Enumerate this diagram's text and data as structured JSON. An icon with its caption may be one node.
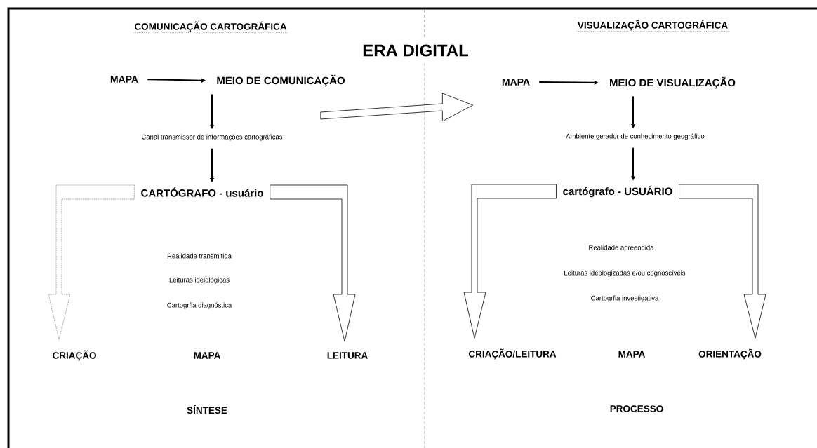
{
  "diagram": {
    "title": "ERA DIGITAL",
    "nodes": [
      {
        "text": [
          "MAPA"
        ]
      },
      {
        "text": [
          "MEIO DE COMUNICAÇÃO"
        ]
      },
      {
        "text": [
          "Canal transmissor de informações cartográficas"
        ]
      },
      {
        "text": [
          "CARTÓGRAFO - usuário"
        ]
      },
      {
        "text": [
          "CRIAÇÃO"
        ]
      },
      {
        "text": [
          "LEITURA"
        ]
      },
      {
        "text": [
          "MAPA"
        ]
      },
      {
        "text": [
          "MEIO DE VISUALIZAÇÃO"
        ]
      },
      {
        "text": [
          "Ambiente gerador de conhecimento geográfico"
        ]
      },
      {
        "text": [
          "cartógrafo - USUÁRIO"
        ]
      },
      {
        "text": [
          "CRIAÇÃO/LEITURA"
        ]
      },
      {
        "text": [
          "ORIENTAÇÃO"
        ]
      }
    ],
    "edges": [
      {
        "from": 0,
        "to": 1,
        "arrow": "to"
      },
      {
        "from": 1,
        "to": 2,
        "arrow": "to"
      },
      {
        "from": 2,
        "to": 3,
        "arrow": "to"
      },
      {
        "from": 1,
        "to": 6,
        "arrow": "to",
        "style": "thick"
      },
      {
        "from": 3,
        "to": 4,
        "arrow": "to",
        "style": "dashed"
      },
      {
        "from": 3,
        "to": 5,
        "arrow": "to",
        "style": "thick"
      },
      {
        "from": 6,
        "to": 7,
        "arrow": "to"
      },
      {
        "from": 7,
        "to": 8,
        "arrow": "to"
      },
      {
        "from": 8,
        "to": 9,
        "arrow": "to"
      },
      {
        "from": 9,
        "to": 10,
        "arrow": "to",
        "style": "thick"
      },
      {
        "from": 9,
        "to": 11,
        "arrow": "to",
        "style": "thick"
      }
    ],
    "labels": [
      "COMUNICAÇÃO CARTOGRÁFICA",
      "VISUALIZAÇÃO CARTOGRÁFICA",
      "Realidade transmitida",
      "Leituras ideiológicas",
      "Cartogrfia diagnóstica",
      "Realidade apreendida",
      "Leituras ideologizadas e/ou cognoscíveis",
      "Cartogrfia investigativa",
      "MAPA",
      "MAPA",
      "SÍNTESE",
      "PROCESSO"
    ]
  }
}
